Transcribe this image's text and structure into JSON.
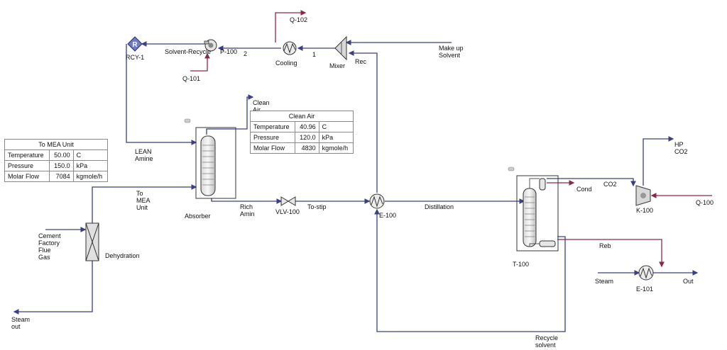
{
  "labels": {
    "rcy": "RCY-1",
    "solvent_recycle": "Solvent-Recycle",
    "p100": "P-100",
    "q101": "Q-101",
    "stream2": "2",
    "q102": "Q-102",
    "cooling": "Cooling",
    "stream1": "1",
    "mixer": "Mixer",
    "rec": "Rec",
    "makeup": "Make up\nSolvent",
    "clean_air": "Clean\nAir",
    "lean_amine": "LEAN\nAmine",
    "to_mea": "To\nMEA\nUnit",
    "absorber": "Absorber",
    "rich_amin": "Rich\nAmin",
    "vlv100": "VLV-100",
    "to_stip": "To-stip",
    "e100": "E-100",
    "distillation": "Distillation",
    "cement": "Cement\nFactory\nFlue\nGas",
    "dehydration": "Dehydration",
    "steam_out": "Steam\nout",
    "t100": "T-100",
    "cond": "Cond",
    "co2": "CO2",
    "hp_co2": "HP\nCO2",
    "k100": "K-100",
    "q100": "Q-100",
    "reb": "Reb",
    "steam": "Steam",
    "e101": "E-101",
    "out": "Out",
    "recycle_solvent": "Recycle\nsolvent"
  },
  "tables": {
    "to_mea": {
      "title": "To MEA Unit",
      "rows": [
        {
          "name": "Temperature",
          "value": "50.00",
          "unit": "C"
        },
        {
          "name": "Pressure",
          "value": "150.0",
          "unit": "kPa"
        },
        {
          "name": "Molar Flow",
          "value": "7084",
          "unit": "kgmole/h"
        }
      ]
    },
    "clean_air": {
      "title": "Clean Air",
      "rows": [
        {
          "name": "Temperature",
          "value": "40.96",
          "unit": "C"
        },
        {
          "name": "Pressure",
          "value": "120.0",
          "unit": "kPa"
        },
        {
          "name": "Molar Flow",
          "value": "4830",
          "unit": "kgmole/h"
        }
      ]
    }
  },
  "colors": {
    "material_stream": "#3a3f86",
    "energy_stream": "#8b2845",
    "equipment": "#333333"
  }
}
